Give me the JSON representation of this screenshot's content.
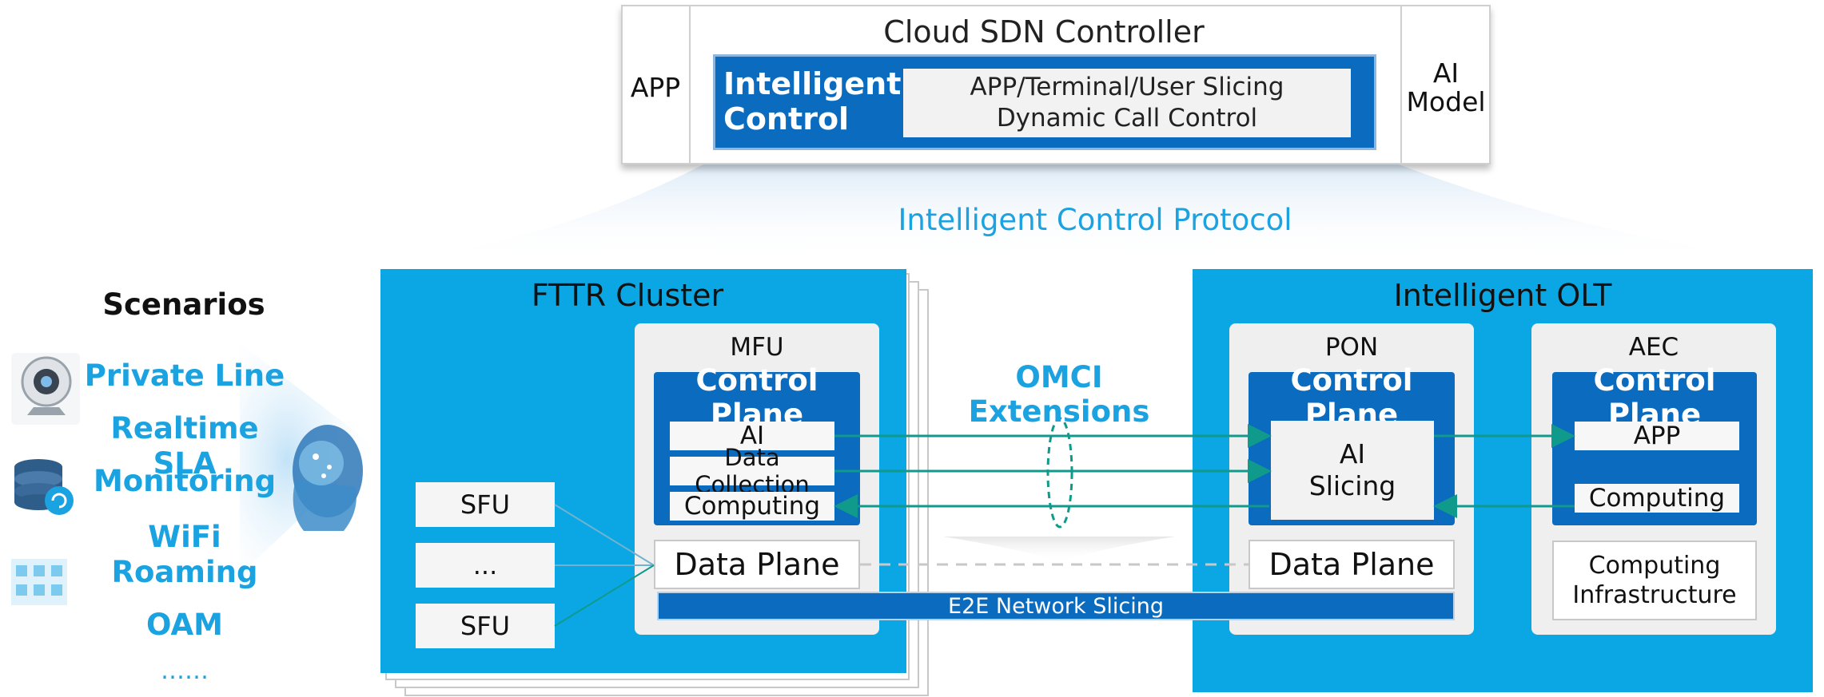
{
  "sdn": {
    "title": "Cloud SDN Controller",
    "app": "APP",
    "ai_model_1": "AI",
    "ai_model_2": "Model",
    "intelligent_control_1": "Intelligent",
    "intelligent_control_2": "Control",
    "slicing_1": "APP/Terminal/User Slicing",
    "slicing_2": "Dynamic Call Control"
  },
  "protocol": "Intelligent Control Protocol",
  "scenarios": {
    "title": "Scenarios",
    "items": [
      "Private Line",
      "Realtime SLA",
      "Monitoring",
      "WiFi Roaming",
      "OAM",
      "……"
    ]
  },
  "fttr": {
    "title": "FTTR Cluster",
    "mfu": "MFU",
    "control_plane": "Control Plane",
    "ai": "AI",
    "data_collection": "Data Collection",
    "computing": "Computing",
    "data_plane": "Data Plane",
    "sfu_1": "SFU",
    "sfu_mid": "...",
    "sfu_2": "SFU"
  },
  "omci": "OMCI Extensions",
  "e2e": "E2E Network Slicing",
  "olt": {
    "title": "Intelligent OLT",
    "pon": "PON",
    "pon_control_plane": "Control Plane",
    "ai_slicing_1": "AI",
    "ai_slicing_2": "Slicing",
    "pon_data_plane": "Data Plane",
    "aec": "AEC",
    "aec_control_plane": "Control Plane",
    "aec_app": "APP",
    "aec_computing": "Computing",
    "infra_1": "Computing",
    "infra_2": "Infrastructure"
  },
  "colors": {
    "panel_blue": "#0aa7e4",
    "dark_blue": "#0a6bbf",
    "accent_text": "#1aa3e0",
    "arrow_teal": "#0f9a8c"
  }
}
